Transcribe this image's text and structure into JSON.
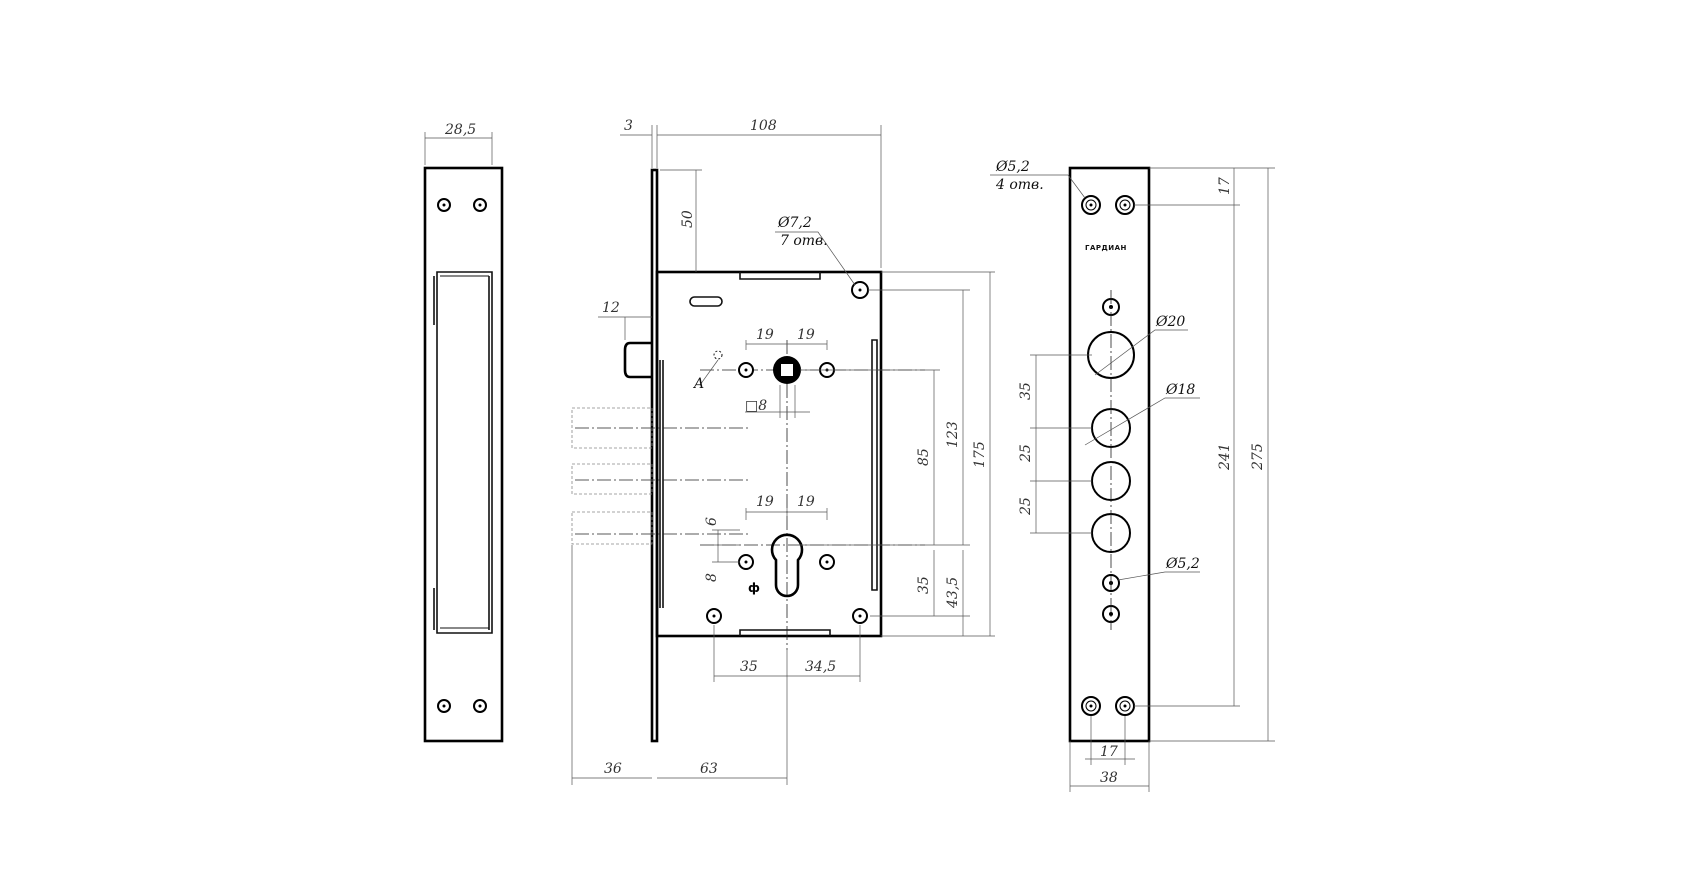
{
  "brand_mark": "ГАРДИАН",
  "labels": {
    "hole_d72": "Ø7,2",
    "hole_d72_count": "7 отв.",
    "hole_d52": "Ø5,2",
    "hole_d52_count": "4 отв.",
    "hole_d20": "Ø20",
    "hole_d18": "Ø18",
    "hole_d52_small": "Ø5,2",
    "square_8": "□8",
    "mark_a": "A"
  },
  "dimensions": {
    "strike_width": "28,5",
    "faceplate_thickness": "3",
    "body_width": "108",
    "top_offset": "50",
    "latch_projection": "12",
    "spindle_spacing_left": "19",
    "spindle_spacing_right": "19",
    "cylinder_spacing_left": "19",
    "cylinder_spacing_right": "19",
    "height_123": "123",
    "height_175": "175",
    "height_85": "85",
    "height_35": "35",
    "height_435": "43,5",
    "offset_6": "6",
    "offset_8": "8",
    "bottom_35": "35",
    "bottom_345": "34,5",
    "bolt_throw": "36",
    "backset": "63",
    "strip_17_top": "17",
    "strip_35": "35",
    "strip_25a": "25",
    "strip_25b": "25",
    "strip_241": "241",
    "strip_275": "275",
    "strip_17_bottom": "17",
    "strip_38": "38"
  }
}
